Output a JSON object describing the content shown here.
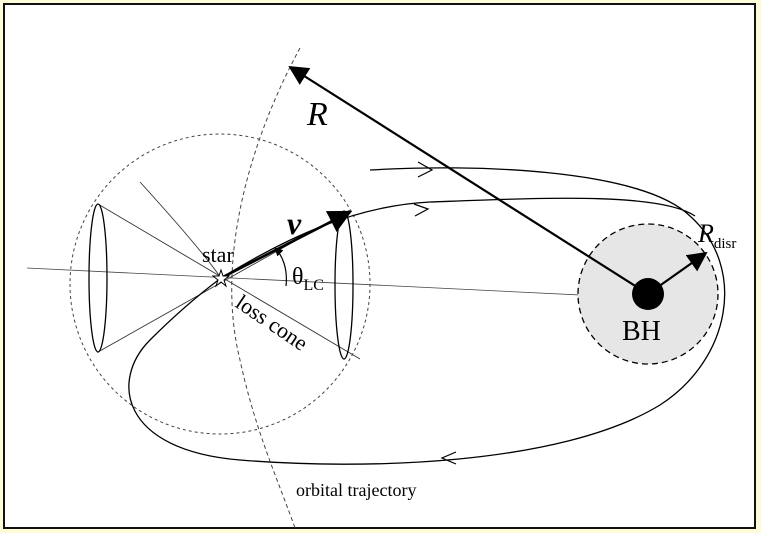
{
  "labels": {
    "R": "R",
    "v": "v",
    "star": "star",
    "theta": "θ",
    "theta_sub": "LC",
    "loss_cone": "loss cone",
    "R_disr": "R",
    "R_disr_sub": "disr",
    "BH": "BH",
    "orbital_trajectory": "orbital trajectory"
  },
  "colors": {
    "page_background": "#fefcd8",
    "panel_background": "#ffffff",
    "disruption_region_fill": "#e6e6e6",
    "ink": "#000000"
  }
}
